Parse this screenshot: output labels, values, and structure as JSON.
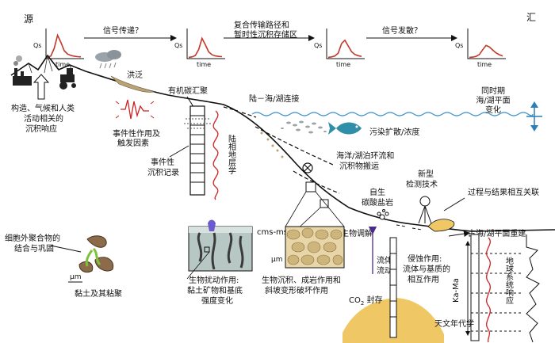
{
  "corner": {
    "source": "源",
    "sink": "汇"
  },
  "signal_chain": {
    "y_axis": "Qs",
    "x_axis": "time",
    "step1": "信号传递？",
    "step2_line1": "复合传输路径和",
    "step2_line2": "暂时性沉积存储区",
    "step3": "信号发散？"
  },
  "labels": {
    "flood": "洪泛",
    "tectonic_1": "构造、气候和人类",
    "tectonic_2": "活动相关的",
    "tectonic_3": "沉积响应",
    "organic_carbon": "有机碳汇聚",
    "land_sea": "陆－海/湖连接",
    "sync_1": "同时期",
    "sync_2": "海/湖平面",
    "sync_3": "变化",
    "event_1": "事件性作用及",
    "event_2": "触发因素",
    "event_record_1": "事件性",
    "event_record_2": "沉积记录",
    "terrestrial_strat": "陆相地层学",
    "pollution": "污染扩散/浓度",
    "circulation_1": "海洋/湖泊环流和",
    "circulation_2": "沉积物搬运",
    "new_tech_1": "新型",
    "new_tech_2": "检测技术",
    "interaction": "过程与结果相互关联",
    "authigenic_1": "自生",
    "authigenic_2": "碳酸盐岩",
    "bio_reg": "生物调解",
    "paleo_sea": "古海/湖平面重建",
    "eps_1": "细胞外聚合物的",
    "eps_2": "结合与巩固",
    "clay": "黏土及其粘聚",
    "um1": "μm",
    "cms": "cms-ms",
    "bioturb_1": "生物扰动作用:",
    "bioturb_2": "黏土矿物和基底",
    "bioturb_3": "强度变化",
    "um2": "μm",
    "biosed_1": "生物沉积、成岩作用和",
    "biosed_2": "斜坡变形破坏作用",
    "fluid_flow_1": "流体",
    "fluid_flow_2": "流动",
    "erosion_1": "侵蚀作用:",
    "erosion_2": "流体与基质的",
    "erosion_3": "相互作用",
    "kama": "Ka-Ma",
    "earth_response": "地球系统响应",
    "co2_prefix": "CO",
    "co2_sub": "2",
    "co2_suffix": " 封存",
    "astro": "天文年代学"
  },
  "colors": {
    "signal_curve": "#c0392b",
    "water": "#3a8fc4",
    "fish": "#2f8fa8",
    "sediment": "#b9a276",
    "sand": "#efc765",
    "red_line": "#cc2222"
  },
  "signal_curves": [
    {
      "x": [
        0,
        1,
        2,
        3,
        4,
        5,
        6,
        7,
        8,
        9,
        10
      ],
      "y": [
        0.02,
        0.08,
        0.4,
        0.95,
        0.65,
        0.3,
        0.16,
        0.1,
        0.07,
        0.05,
        0.04
      ]
    },
    {
      "x": [
        0,
        1,
        2,
        3,
        4,
        5,
        6,
        7,
        8,
        9,
        10
      ],
      "y": [
        0.02,
        0.04,
        0.1,
        0.35,
        0.82,
        0.55,
        0.25,
        0.13,
        0.08,
        0.06,
        0.05
      ]
    },
    {
      "x": [
        0,
        1,
        2,
        3,
        4,
        5,
        6,
        7,
        8,
        9,
        10
      ],
      "y": [
        0.02,
        0.04,
        0.08,
        0.2,
        0.6,
        0.74,
        0.5,
        0.26,
        0.14,
        0.09,
        0.06
      ]
    },
    {
      "x": [
        0,
        1,
        2,
        3,
        4,
        5,
        6,
        7,
        8,
        9,
        10
      ],
      "y": [
        0.02,
        0.03,
        0.06,
        0.14,
        0.34,
        0.52,
        0.46,
        0.33,
        0.21,
        0.13,
        0.08
      ]
    }
  ]
}
